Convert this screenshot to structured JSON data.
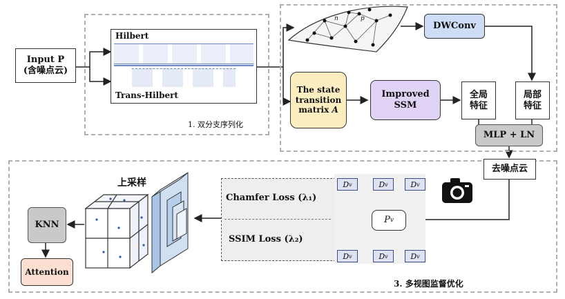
{
  "input": {
    "line1": "Input P",
    "line2": "(含噪点云)"
  },
  "serialization": {
    "hilbert": "Hilbert",
    "trans_hilbert": "Trans-Hilbert",
    "section_label": "1. 双分支序列化"
  },
  "manifold": {
    "point_n": "n",
    "point_p": "p"
  },
  "blocks": {
    "dwconv": "DWConv",
    "state_matrix_l1": "The state",
    "state_matrix_l2": "transition",
    "state_matrix_l3": "matrix",
    "state_matrix_var": "A",
    "improved_ssm_l1": "Improved",
    "improved_ssm_l2": "SSM",
    "global_l1": "全局",
    "global_l2": "特征",
    "local_l1": "局部",
    "local_l2": "特征",
    "mlp_ln": "MLP + LN",
    "denoised": "去噪点云"
  },
  "supervision": {
    "upsample": "上采样",
    "chamfer": "Chamfer Loss (λ₁)",
    "ssim": "SSIM Loss (λ₂)",
    "pv": "P",
    "pv_sub": "v",
    "dv": "D",
    "dv_sub": "v",
    "knn": "KNN",
    "attention": "Attention",
    "section_label": "3. 多视图监督优化"
  },
  "colors": {
    "dwconv": "#cfdcf5",
    "state_matrix": "#fdeec2",
    "improved_ssm": "#e1d3f5",
    "feature": "#ffffff",
    "mlp": "#c9c9c9",
    "knn": "#c9c9c9",
    "attention": "#fbe0d2",
    "dv": "#dfe2f3"
  }
}
